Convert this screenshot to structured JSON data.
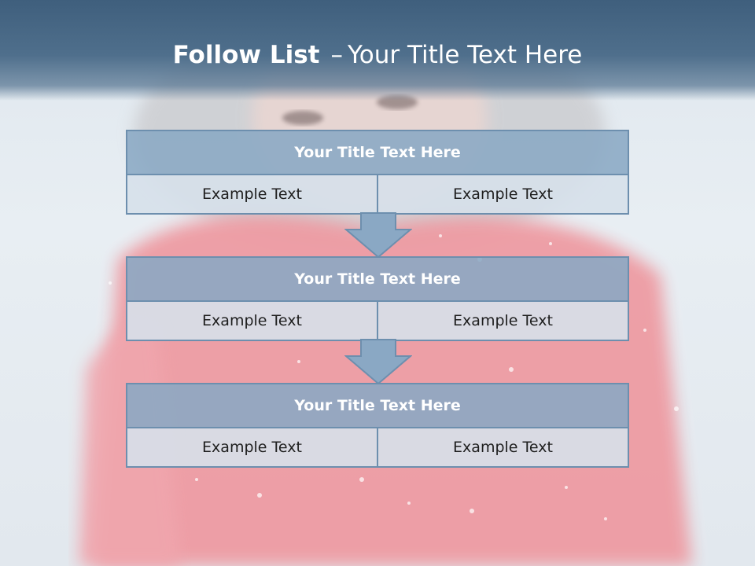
{
  "slide": {
    "title_strong": "Follow List",
    "title_separator": "–",
    "title_rest": "Your Title Text Here"
  },
  "blocks": [
    {
      "title": "Your Title Text Here",
      "left": "Example Text",
      "right": "Example Text"
    },
    {
      "title": "Your Title Text Here",
      "left": "Example Text",
      "right": "Example Text"
    },
    {
      "title": "Your Title Text Here",
      "left": "Example Text",
      "right": "Example Text"
    }
  ],
  "colors": {
    "header": "#4a6a88",
    "title_cell": "#8aa8c4",
    "body_cell": "#d6e0ea",
    "border": "#6d8fae",
    "jacket": "#d9243a"
  },
  "background_image": "faded photo of a woman in a red jacket with fur hood in falling snow"
}
